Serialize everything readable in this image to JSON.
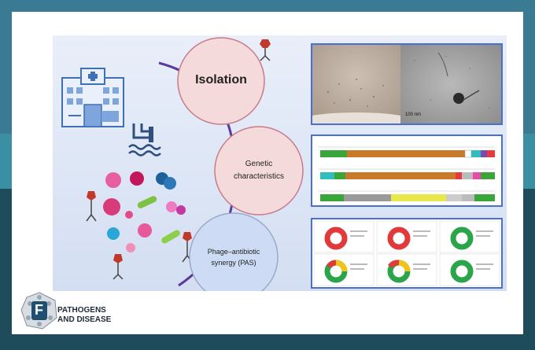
{
  "nodes": [
    {
      "id": "isolation",
      "label": "Isolation"
    },
    {
      "id": "genetic",
      "label": "Genetic characteristics"
    },
    {
      "id": "pas",
      "label": "Phage–antibiotic synergy (PAS)"
    }
  ],
  "micrograph": {
    "scale_label": "100 nm"
  },
  "colors": {
    "node_fill": "#f4dada",
    "node_stroke": "#c77b8a",
    "connector": "#5a3a9a",
    "frame_blue": "#4a6fd0",
    "logo": "#1e2a36"
  },
  "journal": {
    "logo_letter": "F",
    "name_line1": "PATHOGENS",
    "name_line2": "AND DISEASE"
  }
}
